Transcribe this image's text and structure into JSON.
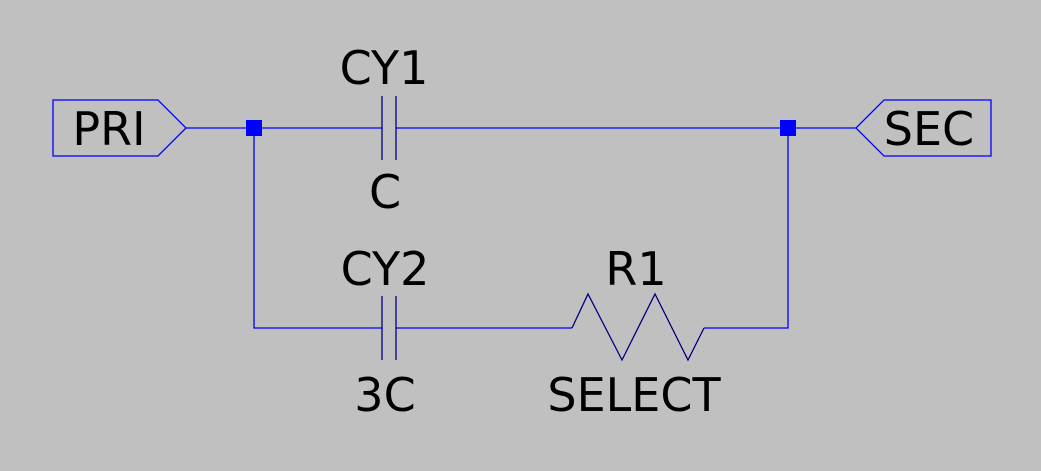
{
  "schematic": {
    "ports": {
      "primary": "PRI",
      "secondary": "SEC"
    },
    "components": [
      {
        "designator": "CY1",
        "value": "C",
        "kind": "capacitor"
      },
      {
        "designator": "CY2",
        "value": "3C",
        "kind": "capacitor"
      },
      {
        "designator": "R1",
        "value": "SELECT",
        "kind": "resistor"
      }
    ]
  },
  "colors": {
    "background": "#c0c0c0",
    "wire": "#0000ff",
    "component": "#000080",
    "junction": "#0000ff",
    "text": "#000000"
  }
}
